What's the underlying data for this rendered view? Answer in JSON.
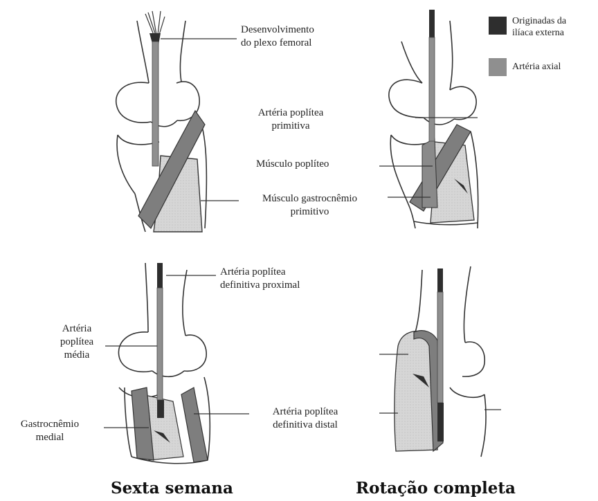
{
  "legend": {
    "items": [
      {
        "label_line1": "Originadas da",
        "label_line2": "ilíaca externa",
        "color": "#2e2e2e"
      },
      {
        "label_line1": "Artéria axial",
        "label_line2": "",
        "color": "#8f8f8f"
      }
    ]
  },
  "labels": {
    "plexo": [
      "Desenvolvimento",
      "do plexo femoral"
    ],
    "poplitea_primitiva": [
      "Artéria poplítea",
      "primitiva"
    ],
    "musculo_popliteo": [
      "Músculo poplíteo"
    ],
    "gastrocnemio_primitivo": [
      "Músculo gastrocnêmio",
      "primitivo"
    ],
    "poplitea_def_proximal": [
      "Artéria poplítea",
      "definitiva proximal"
    ],
    "poplitea_media": [
      "Artéria",
      "poplítea",
      "média"
    ],
    "gastrocnemio_medial": [
      "Gastrocnêmio",
      "medial"
    ],
    "poplitea_def_distal": [
      "Artéria poplítea",
      "definitiva distal"
    ]
  },
  "captions": {
    "left": "Sexta semana",
    "right": "Rotação completa"
  },
  "colors": {
    "external_iliac": "#2e2e2e",
    "axial_artery": "#8f8f8f",
    "muscle_dark": "#7a7a7a",
    "muscle_light": "#d4d4d4",
    "outline": "#333333"
  }
}
